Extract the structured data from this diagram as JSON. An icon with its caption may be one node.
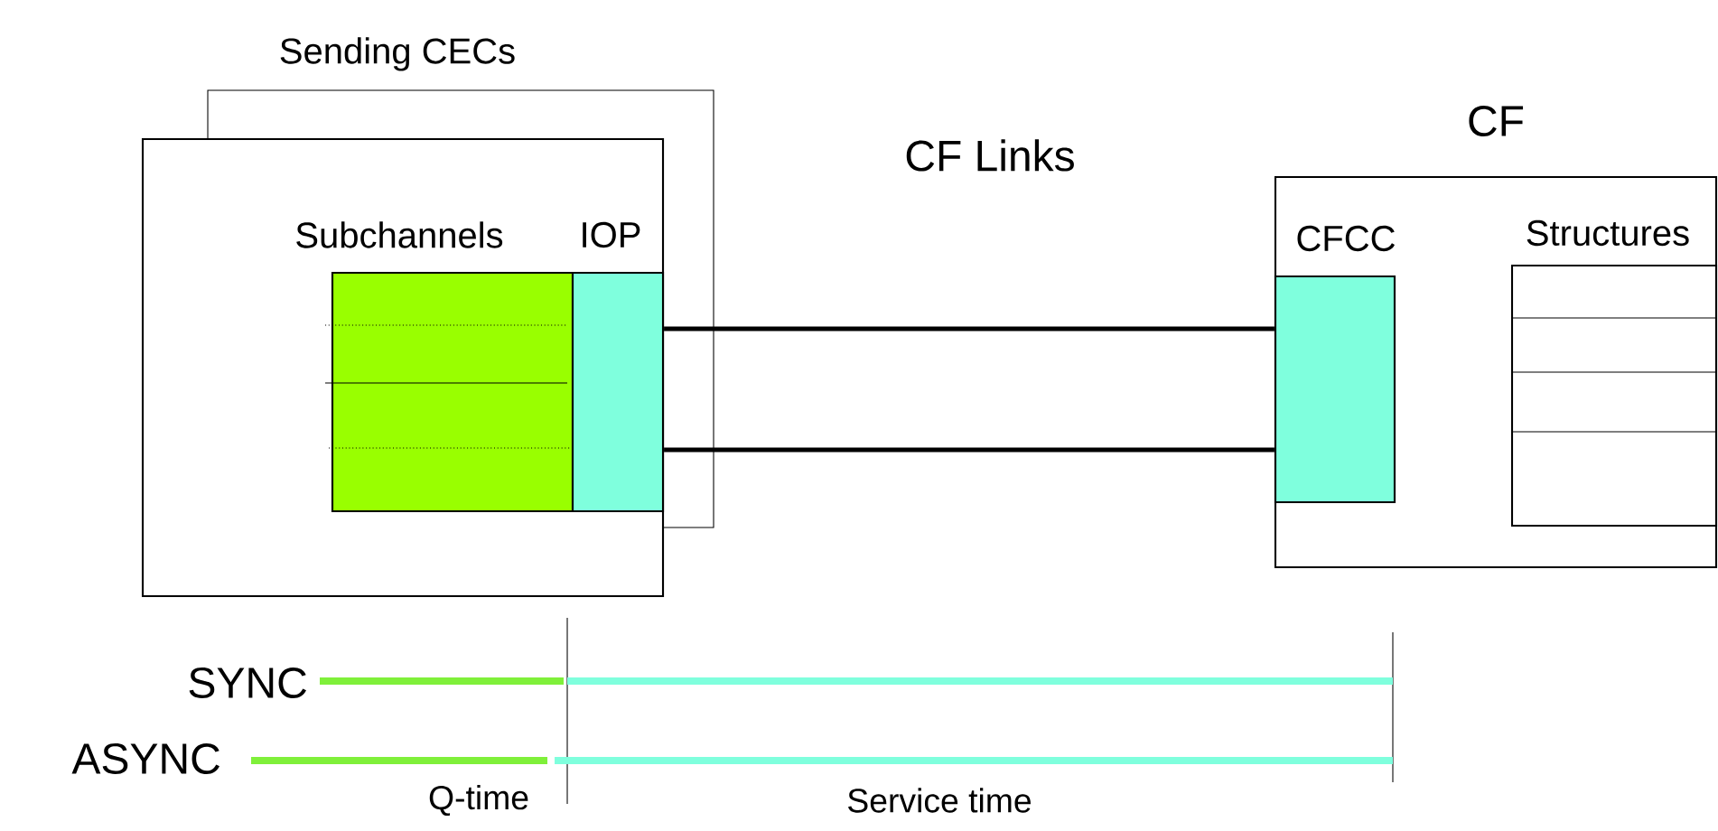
{
  "diagram": {
    "nodes": [
      {
        "text": [
          "Sending CECs"
        ]
      },
      {
        "text": [
          "Subchannels"
        ],
        "in": 0
      },
      {
        "text": [
          "IOP"
        ],
        "in": 0
      },
      {
        "text": [
          "CF"
        ]
      },
      {
        "text": [
          "CFCC"
        ],
        "in": 3
      },
      {
        "text": [
          "Structures"
        ],
        "in": 3
      }
    ],
    "edges": [
      {
        "from": 2,
        "to": 4,
        "arrow": "none"
      },
      {
        "from": 2,
        "to": 4,
        "arrow": "none"
      }
    ],
    "labels": [
      "CF Links",
      "SYNC",
      "ASYNC",
      "Q-time",
      "Service time"
    ]
  }
}
